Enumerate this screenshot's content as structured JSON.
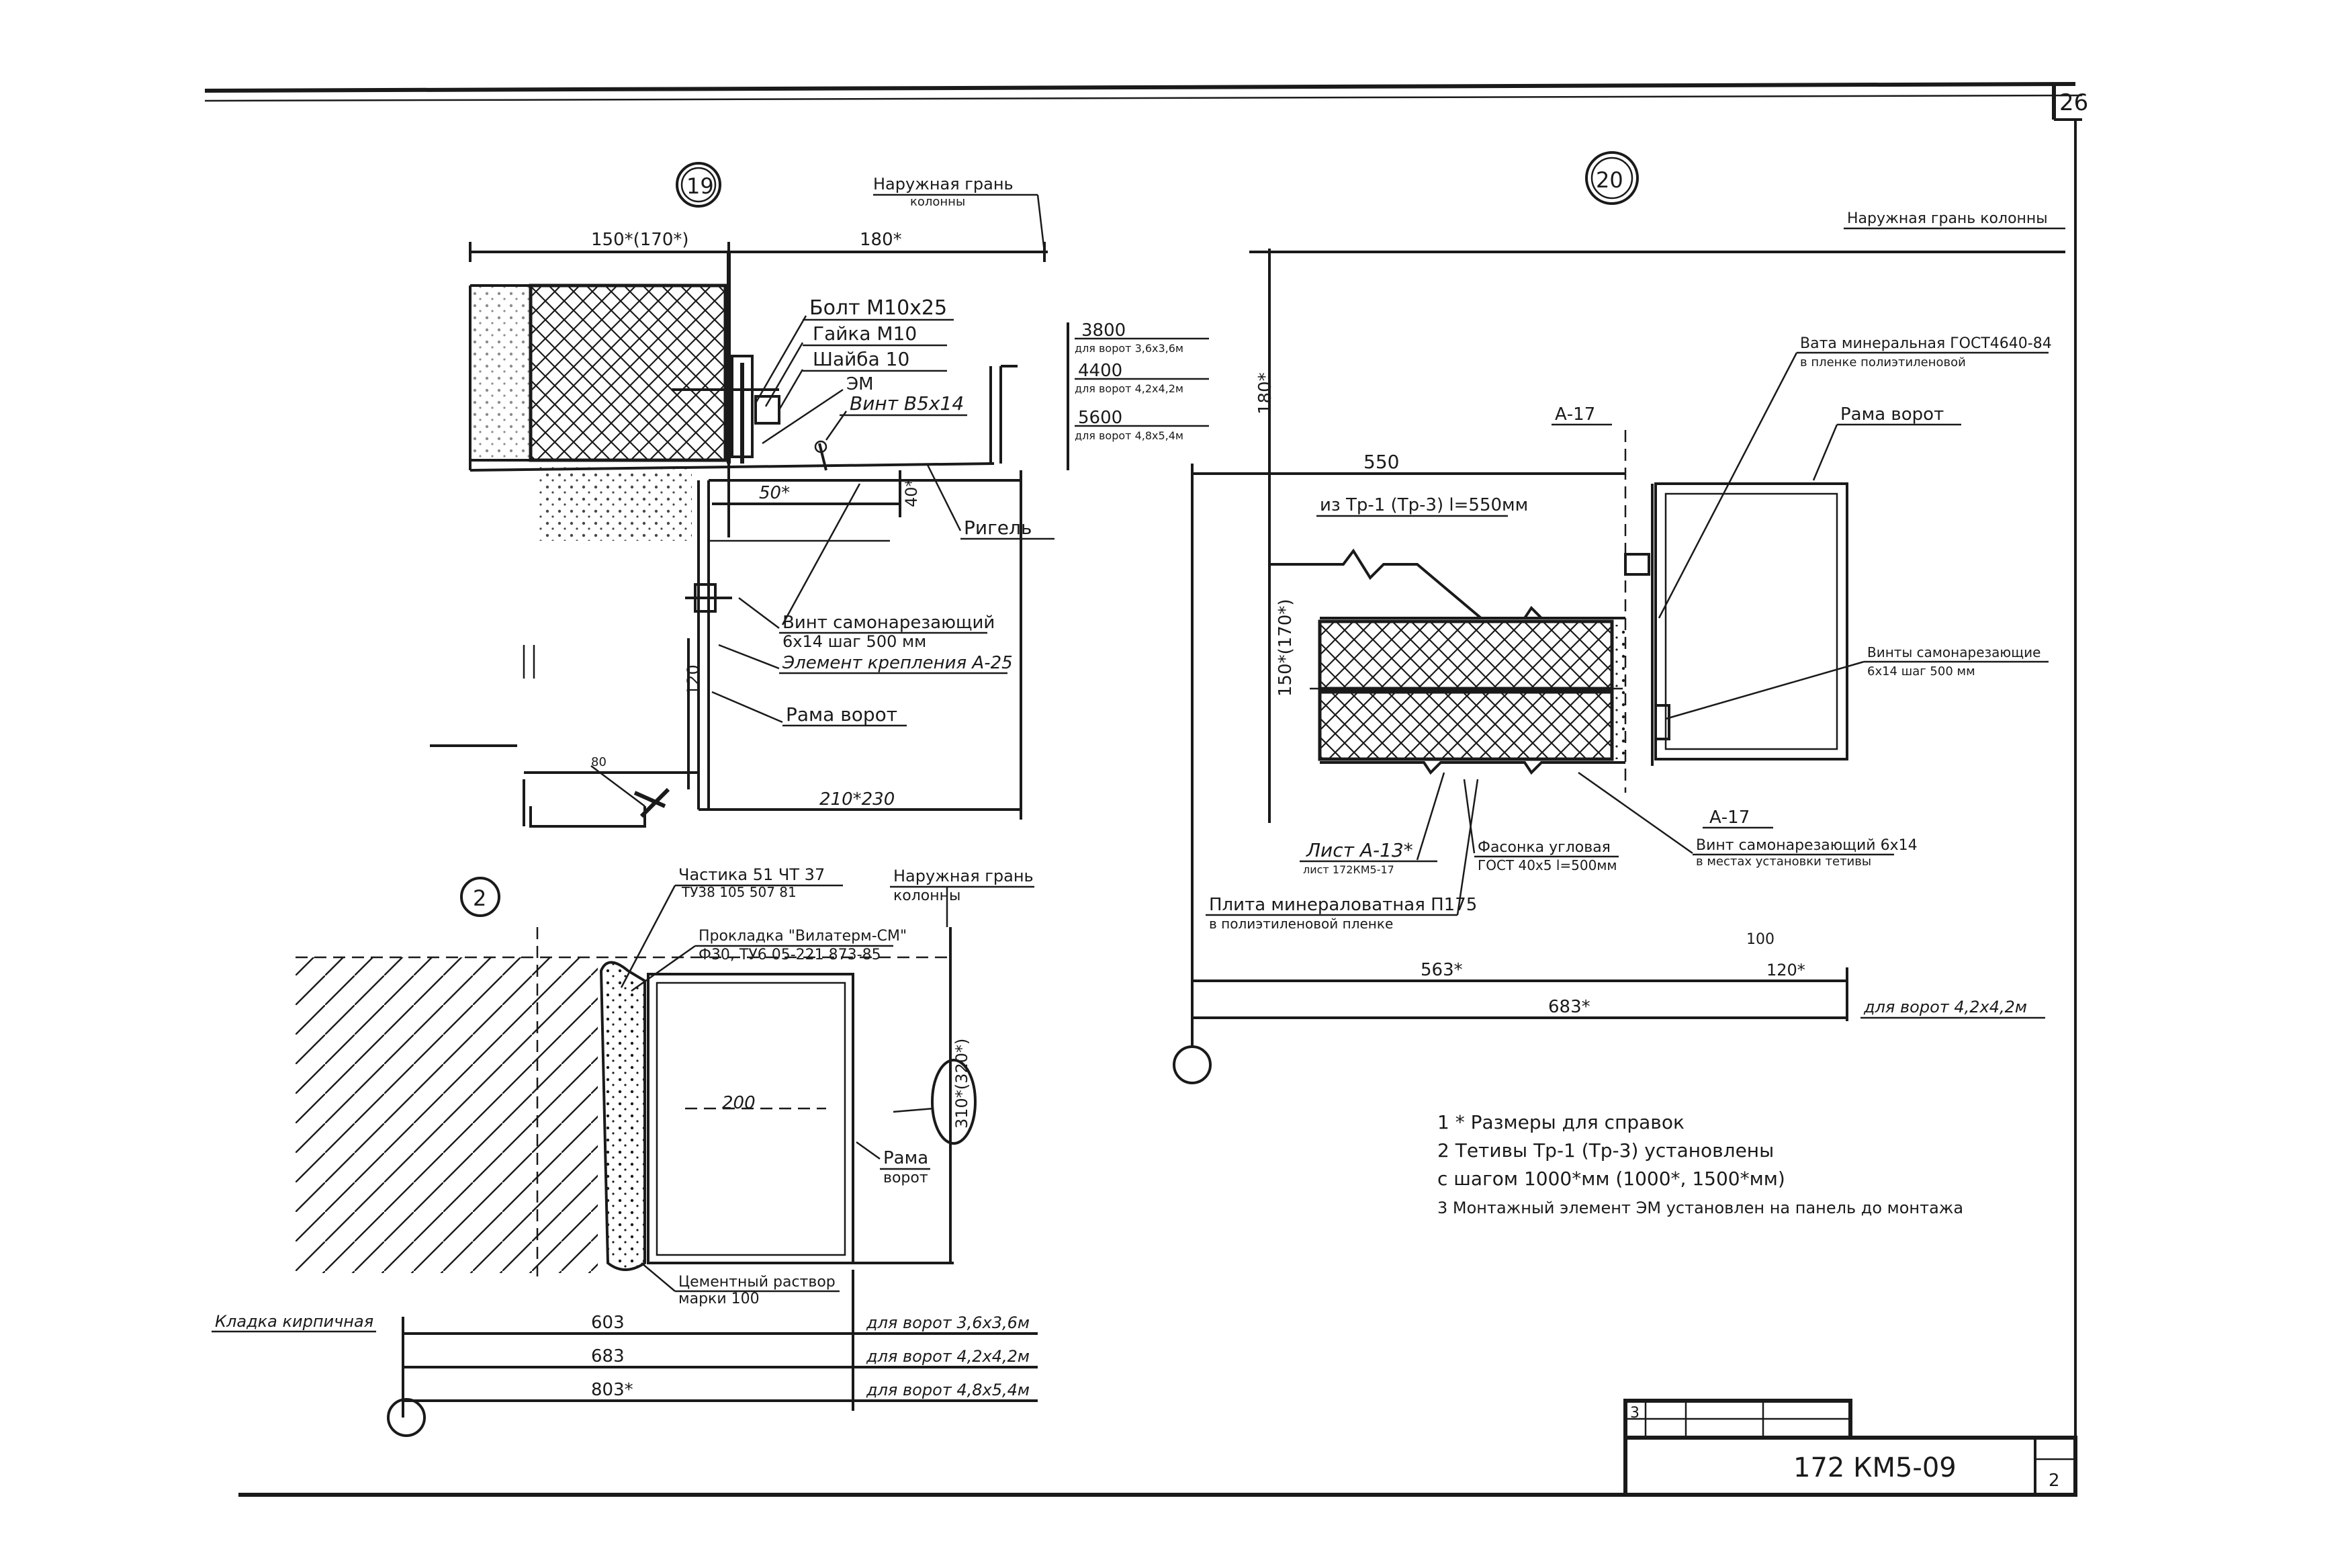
{
  "sheet": {
    "page_number": "26",
    "drawing_code": "172 КМ5-09",
    "revision_cell": "3",
    "sheet_cell": "2"
  },
  "detail19": {
    "marker": "19",
    "outer_face": "Наружная грань",
    "outer_face_sub": "колонны",
    "dim_150": "150*(170*)",
    "dim_180": "180*",
    "bolt": "Болт М10х25",
    "nut": "Гайка М10",
    "washer": "Шайба 10",
    "em": "ЭМ",
    "screw": "Винт В5х14",
    "v3800": "3800",
    "v3800_note": "для ворот 3,6х3,6м",
    "v4400": "4400",
    "v4400_note": "для ворот 4,2х4,2м",
    "v5600": "5600",
    "v5600_note": "для ворот 4,8х5,4м",
    "dim_50": "50*",
    "dim_40": "40*",
    "rigel": "Ригель",
    "self_tapping": "Винт самонарезающий",
    "self_tapping_2": "6х14 шаг 500 мм",
    "fastening": "Элемент крепления А-25",
    "gate_frame": "Рама ворот",
    "dim_120": "120",
    "dim_210": "210*230",
    "dim_80": "80"
  },
  "detail20": {
    "marker": "20",
    "outer_face": "Наружная грань колонны",
    "wool": "Вата минеральная ГОСТ4640-84",
    "wool_sub": "в пленке полиэтиленовой",
    "gate_frame": "Рама ворот",
    "a17_top": "А-17",
    "dim_550": "550",
    "from_tr": "из Тр-1 (Тр-3) l=550мм",
    "dim_180": "180*",
    "dim_150": "150*(170*)",
    "screws": "Винты самонарезающие",
    "screws_sub": "6х14 шаг 500 мм",
    "a17_bottom": "А-17",
    "self_tapping": "Винт самонарезающий 6х14",
    "self_tapping_sub": "в местах установки тетивы",
    "sheet_a13": "Лист А-13*",
    "sheet_a13_sub": "лист 172КМ5-17",
    "corner_strip": "Фасонка угловая",
    "corner_strip_sub": "ГОСТ 40х5 l=500мм",
    "slab": "Плита минераловатная П175",
    "slab_sub": "в полиэтиленовой пленке",
    "dim_100": "100",
    "dim_563": "563*",
    "dim_120": "120*",
    "dim_683": "683*",
    "gate_note": "для ворот 4,2х4,2м"
  },
  "detail2": {
    "marker": "2",
    "part": "Частика 51 ЧТ 37",
    "part_sub": "ТУ38 105 507 81",
    "outer_face": "Наружная грань",
    "outer_face_sub": "колонны",
    "gasket": "Прокладка \"Вилатерм-СМ\"",
    "gasket_sub": "Ф30, ТУ6 05-221 873-85",
    "dim_200": "200",
    "dim_310": "310*(320*)",
    "gate_frame": "Рама",
    "gate_frame_sub": "ворот",
    "mortar": "Цементный раствор",
    "mortar_sub": "марки 100",
    "masonry": "Кладка кирпичная",
    "row1_dim": "603",
    "row1_note": "для ворот 3,6х3,6м",
    "row2_dim": "683",
    "row2_note": "для ворот 4,2х4,2м",
    "row3_dim": "803*",
    "row3_note": "для ворот 4,8х5,4м"
  },
  "notes": [
    "1  * Размеры для справок",
    "2  Тетивы Тр-1 (Тр-3) установлены",
    "    с шагом 1000*мм (1000*, 1500*мм)",
    "3  Монтажный элемент ЭМ установлен на панель до монтажа"
  ]
}
